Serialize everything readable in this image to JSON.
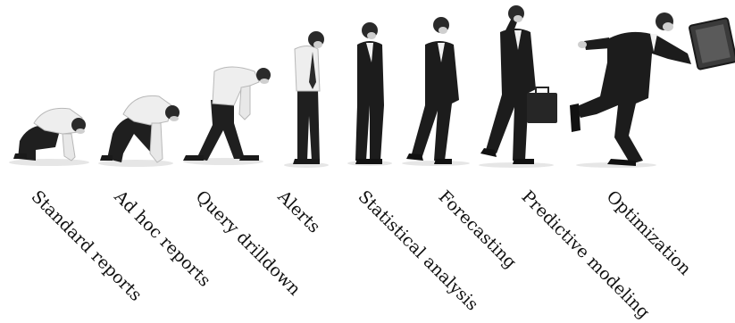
{
  "stages": [
    {
      "label": "Standard reports",
      "figure": "kneeling-crawling-man-figure"
    },
    {
      "label": "Ad hoc reports",
      "figure": "crawling-rising-man-figure"
    },
    {
      "label": "Query drilldown",
      "figure": "stooped-walking-man-figure"
    },
    {
      "label": "Alerts",
      "figure": "upright-shirt-man-figure"
    },
    {
      "label": "Statistical analysis",
      "figure": "suited-standing-man-figure"
    },
    {
      "label": "Forecasting",
      "figure": "suited-walking-man-figure"
    },
    {
      "label": "Predictive modeling",
      "figure": "phone-briefcase-walking-man-figure"
    },
    {
      "label": "Optimization",
      "figure": "running-briefcase-man-figure"
    }
  ],
  "colors": {
    "shirt": "#eeeeee",
    "suit": "#1c1c1c",
    "trousers": "#202020",
    "skin": "#cfcfcf",
    "hair": "#2a2a2a",
    "label": "#111111",
    "shadow": "#dcdcdc"
  }
}
